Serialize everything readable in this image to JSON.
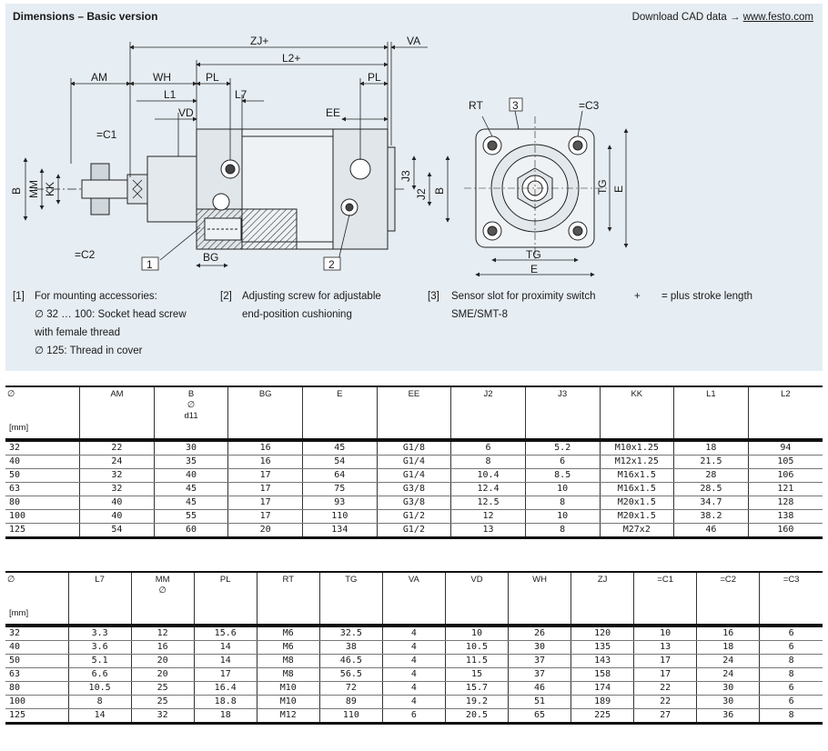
{
  "header": {
    "title": "Dimensions – Basic version",
    "cad_prefix": "Download CAD data →",
    "cad_link": "www.festo.com"
  },
  "drawing_labels": {
    "zj": "ZJ+",
    "va": "VA",
    "l2": "L2+",
    "am": "AM",
    "wh": "WH",
    "pl": "PL",
    "pl2": "PL",
    "l1": "L1",
    "l7": "L7",
    "vd": "VD",
    "ee": "EE",
    "b": "B",
    "mm": "MM",
    "kk": "KK",
    "j3": "J3",
    "j2": "J2",
    "b2": "B",
    "c1": "=C1",
    "c2": "=C2",
    "c3": "=C3",
    "bg": "BG",
    "callout1": "1",
    "callout2": "2",
    "rt": "RT",
    "callout3": "3",
    "tg": "TG",
    "e": "E",
    "tg2": "TG",
    "e2": "E"
  },
  "notes": [
    {
      "num": "[1]",
      "lines": [
        "For mounting accessories:",
        "∅ 32 … 100: Socket head screw",
        "with female thread",
        "∅ 125: Thread in cover"
      ]
    },
    {
      "num": "[2]",
      "lines": [
        "Adjusting screw for adjustable",
        "end-position cushioning"
      ]
    },
    {
      "num": "[3]",
      "lines": [
        "Sensor slot for proximity switch",
        "SME/SMT-8"
      ]
    },
    {
      "num": "+",
      "lines": [
        "= plus stroke length"
      ]
    }
  ],
  "table1": {
    "headers": [
      {
        "l1": "∅",
        "l2": "",
        "l3": "",
        "unit": "[mm]"
      },
      {
        "l1": "AM",
        "l2": "",
        "l3": ""
      },
      {
        "l1": "B",
        "l2": "∅",
        "l3": "d11"
      },
      {
        "l1": "BG",
        "l2": "",
        "l3": ""
      },
      {
        "l1": "E",
        "l2": "",
        "l3": ""
      },
      {
        "l1": "EE",
        "l2": "",
        "l3": ""
      },
      {
        "l1": "J2",
        "l2": "",
        "l3": ""
      },
      {
        "l1": "J3",
        "l2": "",
        "l3": ""
      },
      {
        "l1": "KK",
        "l2": "",
        "l3": ""
      },
      {
        "l1": "L1",
        "l2": "",
        "l3": ""
      },
      {
        "l1": "L2",
        "l2": "",
        "l3": ""
      }
    ],
    "rows": [
      [
        "32",
        "22",
        "30",
        "16",
        "45",
        "G1/8",
        "6",
        "5.2",
        "M10x1.25",
        "18",
        "94"
      ],
      [
        "40",
        "24",
        "35",
        "16",
        "54",
        "G1/4",
        "8",
        "6",
        "M12x1.25",
        "21.5",
        "105"
      ],
      [
        "50",
        "32",
        "40",
        "17",
        "64",
        "G1/4",
        "10.4",
        "8.5",
        "M16x1.5",
        "28",
        "106"
      ],
      [
        "63",
        "32",
        "45",
        "17",
        "75",
        "G3/8",
        "12.4",
        "10",
        "M16x1.5",
        "28.5",
        "121"
      ],
      [
        "80",
        "40",
        "45",
        "17",
        "93",
        "G3/8",
        "12.5",
        "8",
        "M20x1.5",
        "34.7",
        "128"
      ],
      [
        "100",
        "40",
        "55",
        "17",
        "110",
        "G1/2",
        "12",
        "10",
        "M20x1.5",
        "38.2",
        "138"
      ],
      [
        "125",
        "54",
        "60",
        "20",
        "134",
        "G1/2",
        "13",
        "8",
        "M27x2",
        "46",
        "160"
      ]
    ]
  },
  "table2": {
    "headers": [
      {
        "l1": "∅",
        "l2": "",
        "l3": "",
        "unit": "[mm]"
      },
      {
        "l1": "L7",
        "l2": "",
        "l3": ""
      },
      {
        "l1": "MM",
        "l2": "∅",
        "l3": ""
      },
      {
        "l1": "PL",
        "l2": "",
        "l3": ""
      },
      {
        "l1": "RT",
        "l2": "",
        "l3": ""
      },
      {
        "l1": "TG",
        "l2": "",
        "l3": ""
      },
      {
        "l1": "VA",
        "l2": "",
        "l3": ""
      },
      {
        "l1": "VD",
        "l2": "",
        "l3": ""
      },
      {
        "l1": "WH",
        "l2": "",
        "l3": ""
      },
      {
        "l1": "ZJ",
        "l2": "",
        "l3": ""
      },
      {
        "l1": "=C1",
        "l2": "",
        "l3": ""
      },
      {
        "l1": "=C2",
        "l2": "",
        "l3": ""
      },
      {
        "l1": "=C3",
        "l2": "",
        "l3": ""
      }
    ],
    "rows": [
      [
        "32",
        "3.3",
        "12",
        "15.6",
        "M6",
        "32.5",
        "4",
        "10",
        "26",
        "120",
        "10",
        "16",
        "6"
      ],
      [
        "40",
        "3.6",
        "16",
        "14",
        "M6",
        "38",
        "4",
        "10.5",
        "30",
        "135",
        "13",
        "18",
        "6"
      ],
      [
        "50",
        "5.1",
        "20",
        "14",
        "M8",
        "46.5",
        "4",
        "11.5",
        "37",
        "143",
        "17",
        "24",
        "8"
      ],
      [
        "63",
        "6.6",
        "20",
        "17",
        "M8",
        "56.5",
        "4",
        "15",
        "37",
        "158",
        "17",
        "24",
        "8"
      ],
      [
        "80",
        "10.5",
        "25",
        "16.4",
        "M10",
        "72",
        "4",
        "15.7",
        "46",
        "174",
        "22",
        "30",
        "6"
      ],
      [
        "100",
        "8",
        "25",
        "18.8",
        "M10",
        "89",
        "4",
        "19.2",
        "51",
        "189",
        "22",
        "30",
        "6"
      ],
      [
        "125",
        "14",
        "32",
        "18",
        "M12",
        "110",
        "6",
        "20.5",
        "65",
        "225",
        "27",
        "36",
        "8"
      ]
    ]
  }
}
